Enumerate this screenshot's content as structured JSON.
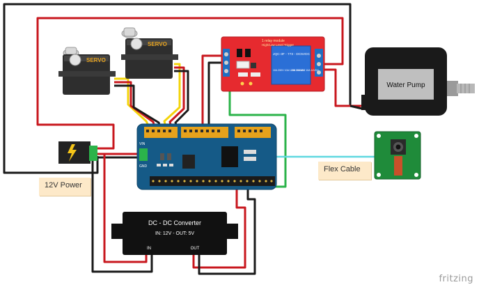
{
  "labels": {
    "servo_1": "SERVO",
    "servo_2": "SERVO",
    "relay_title": "1 relay module",
    "relay_subtitle": "High/Low Level Trigger",
    "relay_part": "JQC-3F - 773 - DC5VDC",
    "relay_spec_left": "10A 250V 10A 125V 30A30V",
    "relay_spec_right": "10A 250VAC 10A 14VDC",
    "water_pump": "Water Pump",
    "dcdc_title": "DC - DC Converter",
    "dcdc_spec": "IN: 12V - OUT: 5V",
    "dcdc_in": "IN",
    "dcdc_out": "OUT",
    "vin": "VIN",
    "gnd": "GND",
    "power_note": "12V Power",
    "flex_note": "Flex Cable",
    "watermark": "fritzing"
  },
  "colors": {
    "wire_black": "#1a1a1a",
    "wire_red": "#c8171e",
    "wire_green": "#2bb34a",
    "wire_yellow": "#f3d40b",
    "wire_cyan": "#5fd8e0",
    "pcb_blue": "#155a87",
    "relay_red": "#e62a2f",
    "camera_green": "#1f8b3a",
    "note_bg": "#fde9c9"
  },
  "icons": [
    "lightning-icon"
  ]
}
